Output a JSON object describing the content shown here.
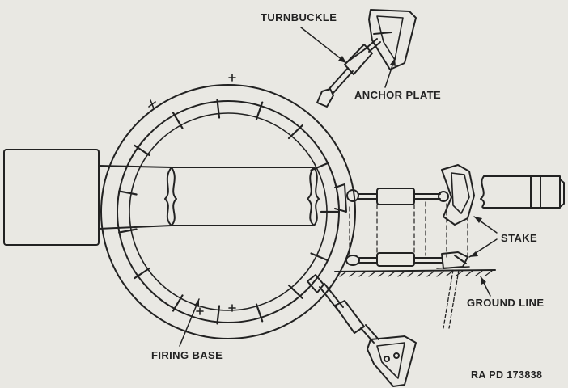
{
  "labels": {
    "turnbuckle": "TURNBUCKLE",
    "anchor_plate": "ANCHOR PLATE",
    "stake": "STAKE",
    "ground_line": "GROUND LINE",
    "firing_base": "FIRING BASE",
    "reference": "RA PD 173838"
  },
  "colors": {
    "paper": "#e9e8e3",
    "ink": "#222222"
  }
}
